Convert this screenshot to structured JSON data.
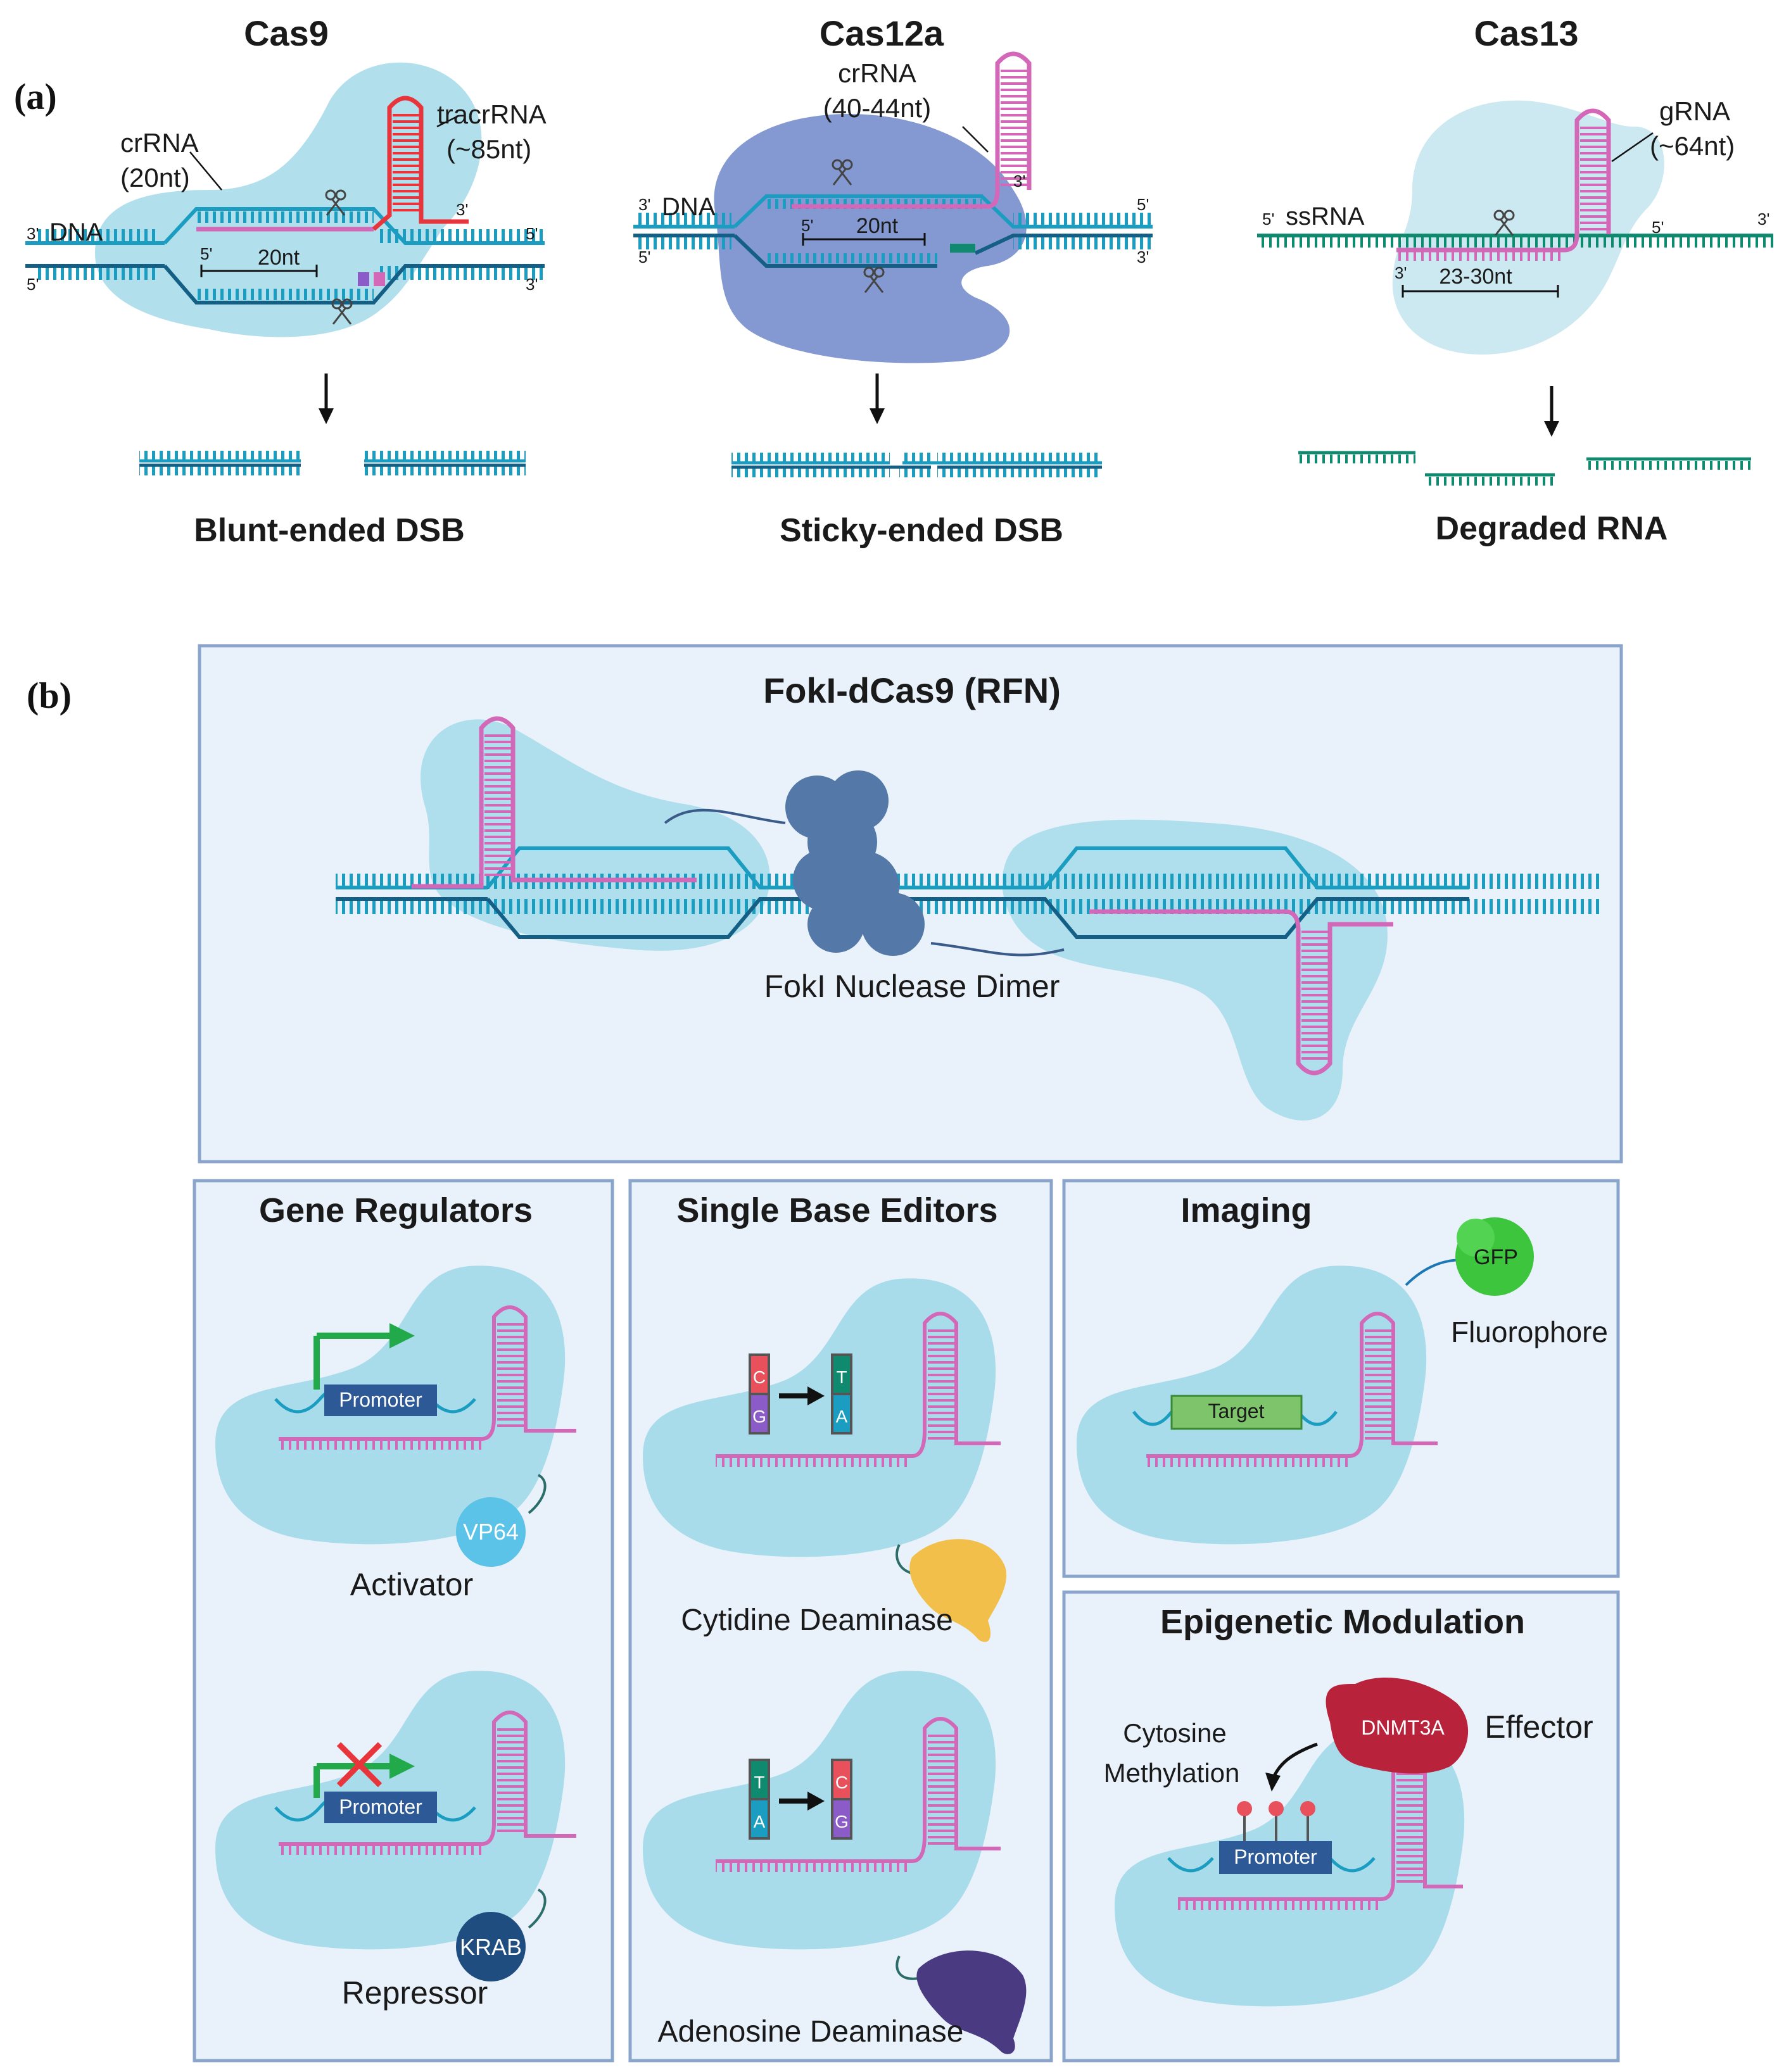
{
  "panel_a": {
    "letter": "(a)",
    "cas9": {
      "title": "Cas9",
      "tracr_label": "tracrRNA",
      "tracr_len": "(~85nt)",
      "crrna_label": "crRNA",
      "crrna_len": "(20nt)",
      "dna_label": "DNA",
      "three_prime": "3'",
      "five_prime": "5'",
      "span": "20nt",
      "result": "Blunt-ended DSB"
    },
    "cas12a": {
      "title": "Cas12a",
      "crrna_label": "crRNA",
      "crrna_len": "(40-44nt)",
      "dna_label": "DNA",
      "three_prime": "3'",
      "five_prime": "5'",
      "span": "20nt",
      "result": "Sticky-ended DSB"
    },
    "cas13": {
      "title": "Cas13",
      "grna_label": "gRNA",
      "grna_len": "(~64nt)",
      "ssrna_label": "ssRNA",
      "three_prime": "3'",
      "five_prime": "5'",
      "span": "23-30nt",
      "result": "Degraded RNA"
    }
  },
  "panel_b": {
    "letter": "(b)",
    "fokI": {
      "title": "FokI-dCas9 (RFN)",
      "dimer_label": "FokI Nuclease Dimer"
    },
    "gene_regulators": {
      "title": "Gene Regulators",
      "promoter": "Promoter",
      "activator_protein": "VP64",
      "activator_label": "Activator",
      "repressor_protein": "KRAB",
      "repressor_label": "Repressor"
    },
    "base_editors": {
      "title": "Single Base Editors",
      "c": "C",
      "g": "G",
      "t": "T",
      "a": "A",
      "cytidine_label": "Cytidine Deaminase",
      "adenosine_label": "Adenosine Deaminase"
    },
    "imaging": {
      "title": "Imaging",
      "protein": "GFP",
      "fluor_label": "Fluorophore",
      "target": "Target"
    },
    "epigenetic": {
      "title": "Epigenetic Modulation",
      "protein": "DNMT3A",
      "effector_label": "Effector",
      "methyl_line1": "Cytosine",
      "methyl_line2": "Methylation",
      "promoter": "Promoter"
    }
  },
  "colors": {
    "protein": "#a9dcea",
    "protein_dark": "#7fc8de",
    "dna": "#1b9dc2",
    "dna_dark": "#135f86",
    "grna": "#d367b8",
    "tracr": "#e8353b",
    "ssrna": "#0f8a6e",
    "cas12a": "#6f86c9",
    "panel_fill": "#e9f2fb",
    "panel_border": "#8aa4cc"
  }
}
